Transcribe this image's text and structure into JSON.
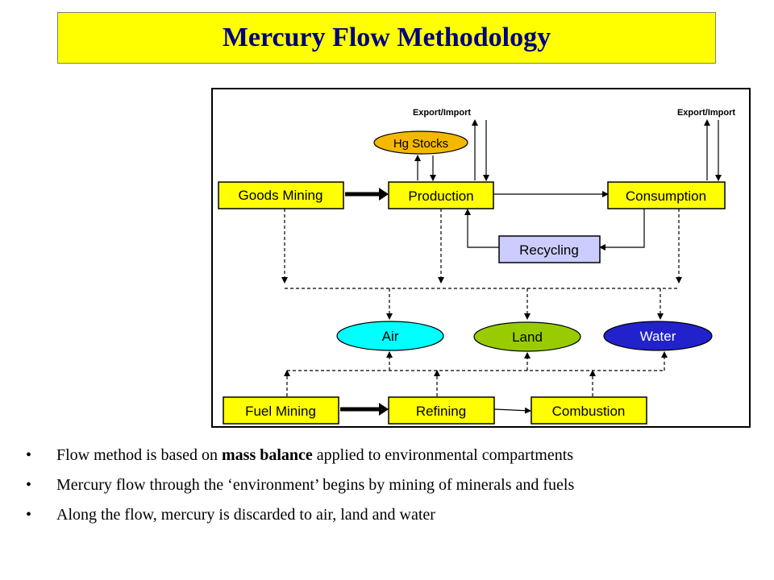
{
  "title": "Mercury Flow Methodology",
  "colors": {
    "title_background": "#ffff00",
    "title_text": "#000080",
    "process_box": "#ffff00",
    "recycling_box": "#ccccff",
    "hg_stocks": "#f5b800",
    "air": "#00ffff",
    "land": "#99cc00",
    "water": "#2222cc"
  },
  "diagram": {
    "nodes": {
      "goods_mining": "Goods Mining",
      "production": "Production",
      "consumption": "Consumption",
      "recycling": "Recycling",
      "hg_stocks": "Hg Stocks",
      "air": "Air",
      "land": "Land",
      "water": "Water",
      "fuel_mining": "Fuel Mining",
      "refining": "Refining",
      "combustion": "Combustion"
    },
    "export_import_left": "Export/Import",
    "export_import_right": "Export/Import"
  },
  "bullets": [
    {
      "before": "Flow method is based on ",
      "bold": "mass balance",
      "after": " applied to environmental compartments"
    },
    {
      "before": "Mercury flow through the ‘environment’ begins by mining of minerals and fuels",
      "bold": "",
      "after": ""
    },
    {
      "before": "Along the flow, mercury is discarded to air, land and water",
      "bold": "",
      "after": ""
    }
  ]
}
